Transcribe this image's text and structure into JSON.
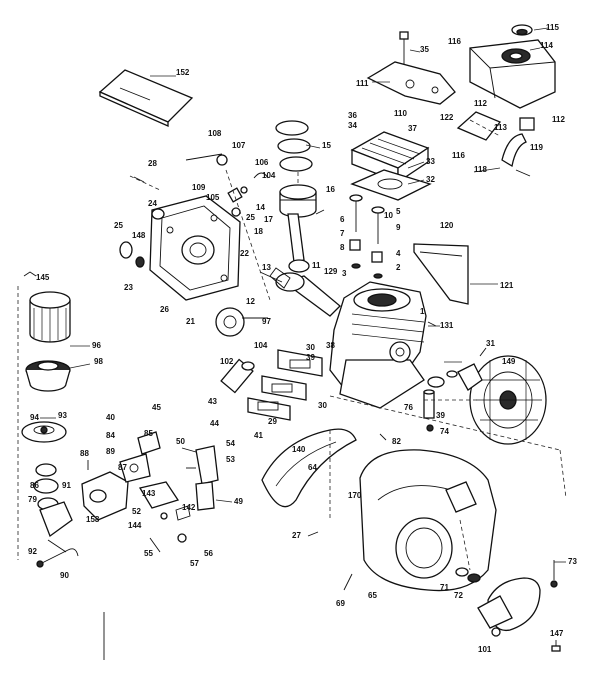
{
  "diagram": {
    "colors": {
      "ink": "#111111",
      "paper": "#ffffff"
    },
    "labels": [
      {
        "id": "p152",
        "text": "152"
      },
      {
        "id": "p115",
        "text": "115"
      },
      {
        "id": "p114",
        "text": "114"
      },
      {
        "id": "p35",
        "text": "35"
      },
      {
        "id": "p116a",
        "text": "116"
      },
      {
        "id": "p111",
        "text": "111"
      },
      {
        "id": "p122",
        "text": "122"
      },
      {
        "id": "p112a",
        "text": "112"
      },
      {
        "id": "p113",
        "text": "113"
      },
      {
        "id": "p112b",
        "text": "112"
      },
      {
        "id": "p118",
        "text": "118"
      },
      {
        "id": "p119",
        "text": "119"
      },
      {
        "id": "p110",
        "text": "110"
      },
      {
        "id": "p36",
        "text": "36"
      },
      {
        "id": "p34",
        "text": "34"
      },
      {
        "id": "p37",
        "text": "37"
      },
      {
        "id": "p116b",
        "text": "116"
      },
      {
        "id": "p33",
        "text": "33"
      },
      {
        "id": "p32",
        "text": "32"
      },
      {
        "id": "p108",
        "text": "108"
      },
      {
        "id": "p107",
        "text": "107"
      },
      {
        "id": "p109",
        "text": "109"
      },
      {
        "id": "p106",
        "text": "106"
      },
      {
        "id": "p104",
        "text": "104"
      },
      {
        "id": "p105",
        "text": "105"
      },
      {
        "id": "p15",
        "text": "15"
      },
      {
        "id": "p28",
        "text": "28"
      },
      {
        "id": "p24",
        "text": "24"
      },
      {
        "id": "p25a",
        "text": "25"
      },
      {
        "id": "p14",
        "text": "14"
      },
      {
        "id": "p16",
        "text": "16"
      },
      {
        "id": "p17",
        "text": "17"
      },
      {
        "id": "p18",
        "text": "18"
      },
      {
        "id": "p6",
        "text": "6"
      },
      {
        "id": "p10",
        "text": "10"
      },
      {
        "id": "p5",
        "text": "5"
      },
      {
        "id": "p9",
        "text": "9"
      },
      {
        "id": "p7",
        "text": "7"
      },
      {
        "id": "p8",
        "text": "8"
      },
      {
        "id": "p4",
        "text": "4"
      },
      {
        "id": "p2",
        "text": "2"
      },
      {
        "id": "p3",
        "text": "3"
      },
      {
        "id": "p120",
        "text": "120"
      },
      {
        "id": "p121",
        "text": "121"
      },
      {
        "id": "p25b",
        "text": "25"
      },
      {
        "id": "p148",
        "text": "148"
      },
      {
        "id": "p23",
        "text": "23"
      },
      {
        "id": "p22",
        "text": "22"
      },
      {
        "id": "p13",
        "text": "13"
      },
      {
        "id": "p11",
        "text": "11"
      },
      {
        "id": "p129",
        "text": "129"
      },
      {
        "id": "p12",
        "text": "12"
      },
      {
        "id": "p145",
        "text": "145"
      },
      {
        "id": "p26",
        "text": "26"
      },
      {
        "id": "p21",
        "text": "21"
      },
      {
        "id": "p1",
        "text": "1"
      },
      {
        "id": "p131",
        "text": "131"
      },
      {
        "id": "p96",
        "text": "96"
      },
      {
        "id": "p97",
        "text": "97"
      },
      {
        "id": "p104b",
        "text": "104"
      },
      {
        "id": "p102",
        "text": "102"
      },
      {
        "id": "p30a",
        "text": "30"
      },
      {
        "id": "p39a",
        "text": "39"
      },
      {
        "id": "p38",
        "text": "38"
      },
      {
        "id": "p31",
        "text": "31"
      },
      {
        "id": "p149",
        "text": "149"
      },
      {
        "id": "p98",
        "text": "98"
      },
      {
        "id": "p94",
        "text": "94"
      },
      {
        "id": "p93",
        "text": "93"
      },
      {
        "id": "p40",
        "text": "40"
      },
      {
        "id": "p45",
        "text": "45"
      },
      {
        "id": "p43",
        "text": "43"
      },
      {
        "id": "p44",
        "text": "44"
      },
      {
        "id": "p41",
        "text": "41"
      },
      {
        "id": "p29",
        "text": "29"
      },
      {
        "id": "p30b",
        "text": "30"
      },
      {
        "id": "p76",
        "text": "76"
      },
      {
        "id": "p39b",
        "text": "39"
      },
      {
        "id": "p74",
        "text": "74"
      },
      {
        "id": "p84",
        "text": "84"
      },
      {
        "id": "p85",
        "text": "85"
      },
      {
        "id": "p89",
        "text": "89"
      },
      {
        "id": "p86",
        "text": "86"
      },
      {
        "id": "p50",
        "text": "50"
      },
      {
        "id": "p54",
        "text": "54"
      },
      {
        "id": "p53",
        "text": "53"
      },
      {
        "id": "p140",
        "text": "140"
      },
      {
        "id": "p64",
        "text": "64"
      },
      {
        "id": "p82",
        "text": "82"
      },
      {
        "id": "p88",
        "text": "88"
      },
      {
        "id": "p91",
        "text": "91"
      },
      {
        "id": "p79",
        "text": "79"
      },
      {
        "id": "p87",
        "text": "87"
      },
      {
        "id": "p158",
        "text": "158"
      },
      {
        "id": "p143",
        "text": "143"
      },
      {
        "id": "p52",
        "text": "52"
      },
      {
        "id": "p144",
        "text": "144"
      },
      {
        "id": "p142",
        "text": "142"
      },
      {
        "id": "p49",
        "text": "49"
      },
      {
        "id": "p27",
        "text": "27"
      },
      {
        "id": "p170",
        "text": "170"
      },
      {
        "id": "p92",
        "text": "92"
      },
      {
        "id": "p90",
        "text": "90"
      },
      {
        "id": "p55",
        "text": "55"
      },
      {
        "id": "p56",
        "text": "56"
      },
      {
        "id": "p57",
        "text": "57"
      },
      {
        "id": "p69",
        "text": "69"
      },
      {
        "id": "p65",
        "text": "65"
      },
      {
        "id": "p71",
        "text": "71"
      },
      {
        "id": "p72",
        "text": "72"
      },
      {
        "id": "p73",
        "text": "73"
      },
      {
        "id": "p101",
        "text": "101"
      },
      {
        "id": "p147",
        "text": "147"
      }
    ]
  }
}
